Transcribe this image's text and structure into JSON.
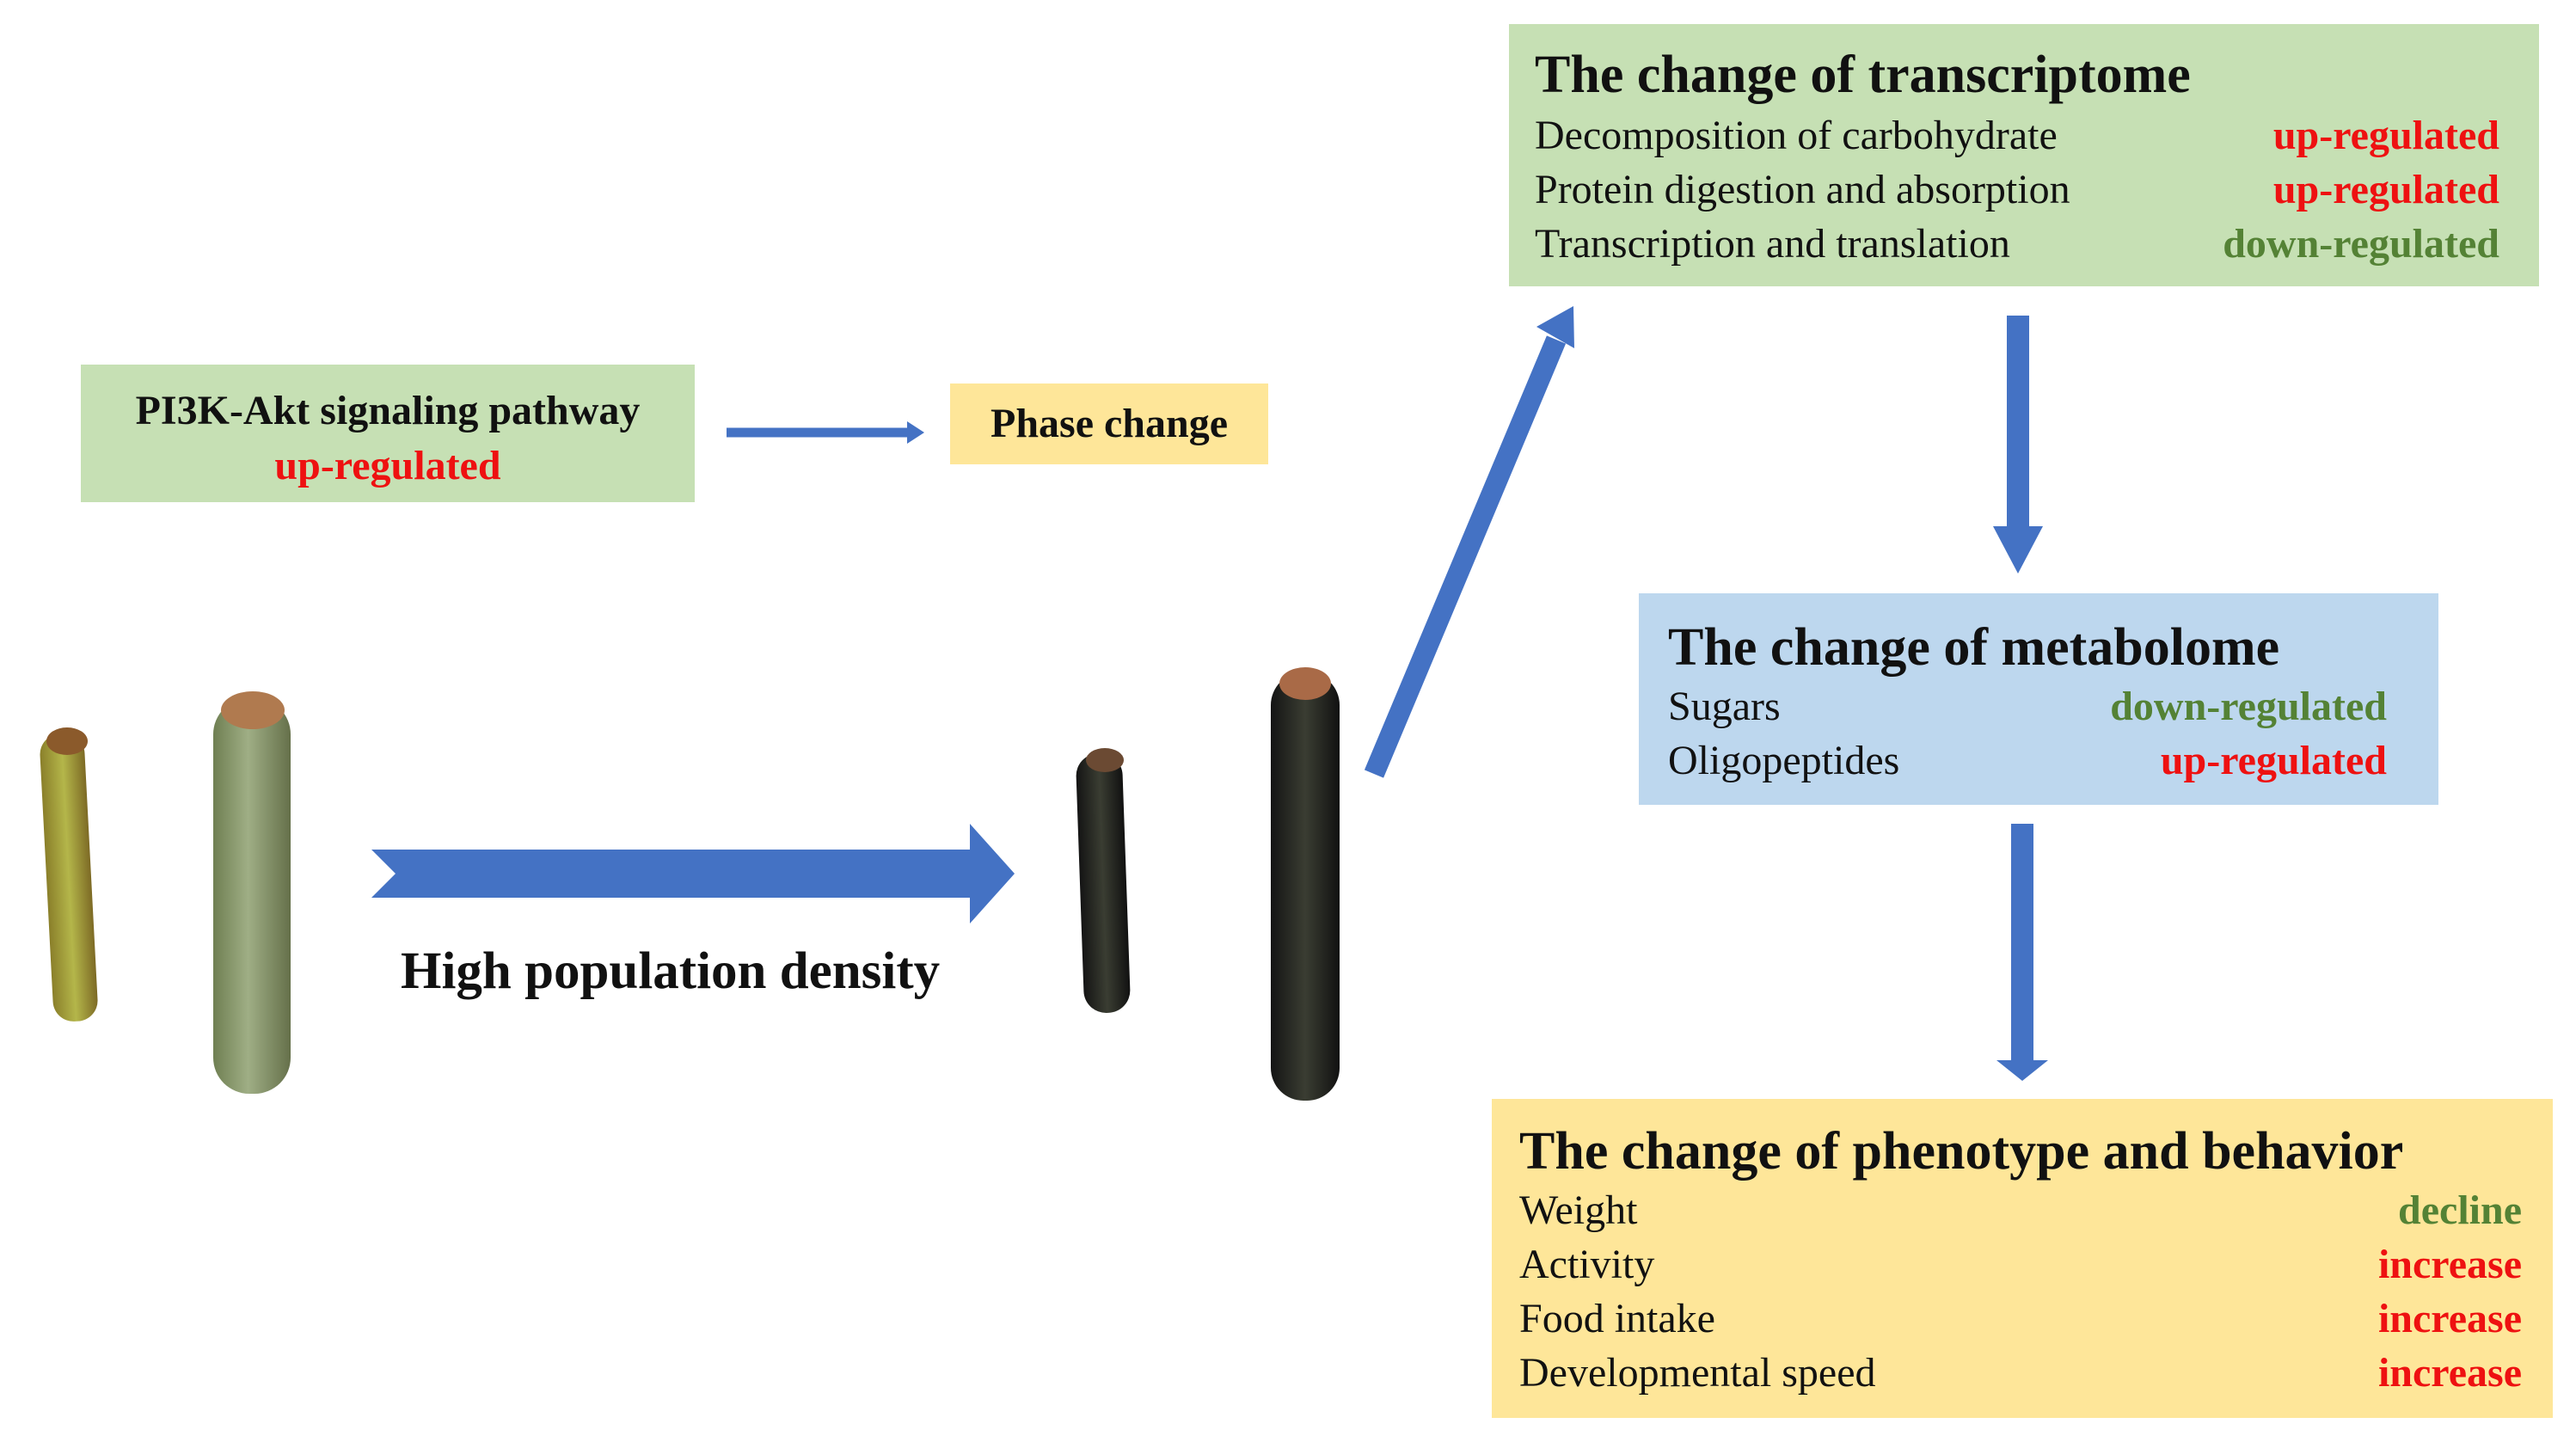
{
  "colors": {
    "green_box": "#c6e0b4",
    "yellow_box": "#fee699",
    "blue_box": "#bdd7ee",
    "arrow": "#4472c4",
    "up": "#ee1111",
    "down": "#548235"
  },
  "pathway": {
    "name": "PI3K-Akt signaling pathway",
    "status": "up-regulated"
  },
  "phase": {
    "label": "Phase change"
  },
  "density": {
    "label": "High population density"
  },
  "transcriptome": {
    "title": "The change of transcriptome",
    "rows": [
      {
        "label": "Decomposition of carbohydrate",
        "value": "up-regulated"
      },
      {
        "label": "Protein digestion and absorption",
        "value": "up-regulated"
      },
      {
        "label": "Transcription and translation",
        "value": "down-regulated"
      }
    ]
  },
  "metabolome": {
    "title": "The change of metabolome",
    "rows": [
      {
        "label": "Sugars",
        "value": "down-regulated"
      },
      {
        "label": "Oligopeptides",
        "value": "up-regulated"
      }
    ]
  },
  "phenotype": {
    "title": "The change of phenotype and behavior",
    "rows": [
      {
        "label": "Weight",
        "value": "decline"
      },
      {
        "label": "Activity",
        "value": "increase"
      },
      {
        "label": "Food intake",
        "value": "increase"
      },
      {
        "label": "Developmental speed",
        "value": "increase"
      }
    ]
  },
  "illustrations": [
    "green-caterpillar-small",
    "green-caterpillar-large",
    "black-caterpillar-small",
    "black-caterpillar-large"
  ]
}
